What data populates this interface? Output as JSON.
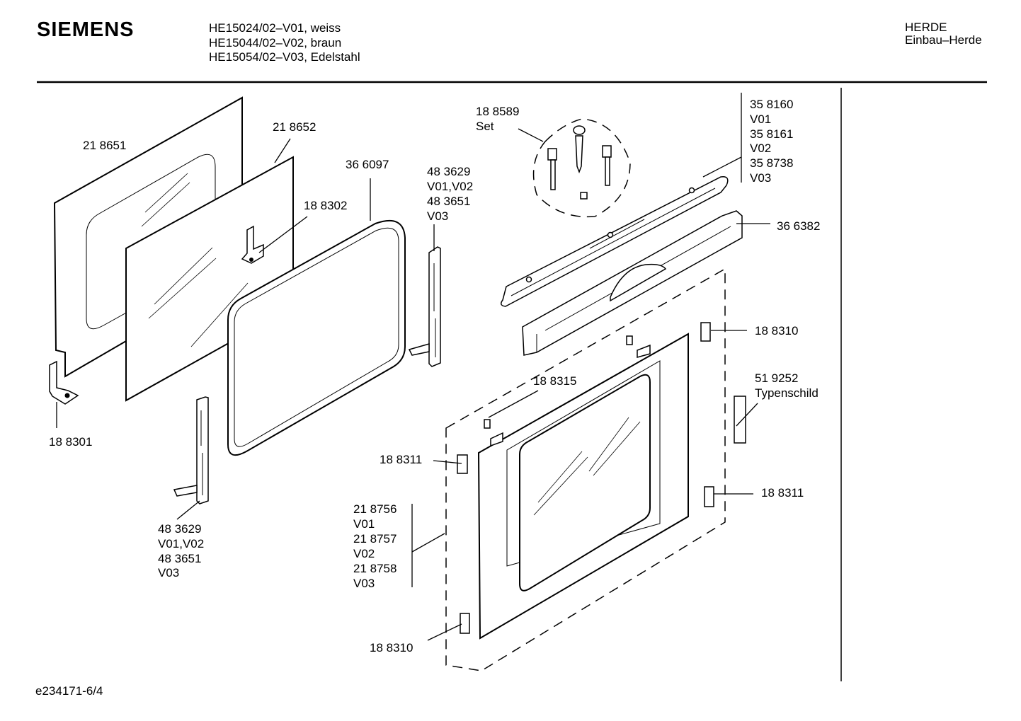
{
  "header": {
    "brand": "SIEMENS",
    "models": [
      "HE15024/02–V01, weiss",
      "HE15044/02–V02, braun",
      "HE15054/02–V03, Edelstahl"
    ],
    "category": [
      "HERDE",
      "Einbau–Herde"
    ]
  },
  "footer": {
    "code": "e234171-6/4"
  },
  "labels": {
    "p218651": [
      "21 8651"
    ],
    "p218652": [
      "21 8652"
    ],
    "p366097": [
      "36 6097"
    ],
    "p188302": [
      "18 8302"
    ],
    "p483629_right": [
      "48 3629",
      "V01,V02",
      "48 3651",
      "V03"
    ],
    "p188589": [
      "18 8589",
      "Set"
    ],
    "p358160": [
      "35 8160",
      "V01",
      "35 8161",
      "V02",
      "35 8738",
      "V03"
    ],
    "p366382": [
      "36 6382"
    ],
    "p188310_top": [
      "18 8310"
    ],
    "p519252": [
      "51 9252",
      "Typenschild"
    ],
    "p188315": [
      "18 8315"
    ],
    "p188301": [
      "18 8301"
    ],
    "p188311_left": [
      "18 8311"
    ],
    "p188311_right": [
      "18 8311"
    ],
    "p483629_left": [
      "48 3629",
      "V01,V02",
      "48 3651",
      "V03"
    ],
    "p218756": [
      "21 8756",
      "V01",
      "21 8757",
      "V02",
      "21 8758",
      "V03"
    ],
    "p188310_bottom": [
      "18 8310"
    ]
  }
}
